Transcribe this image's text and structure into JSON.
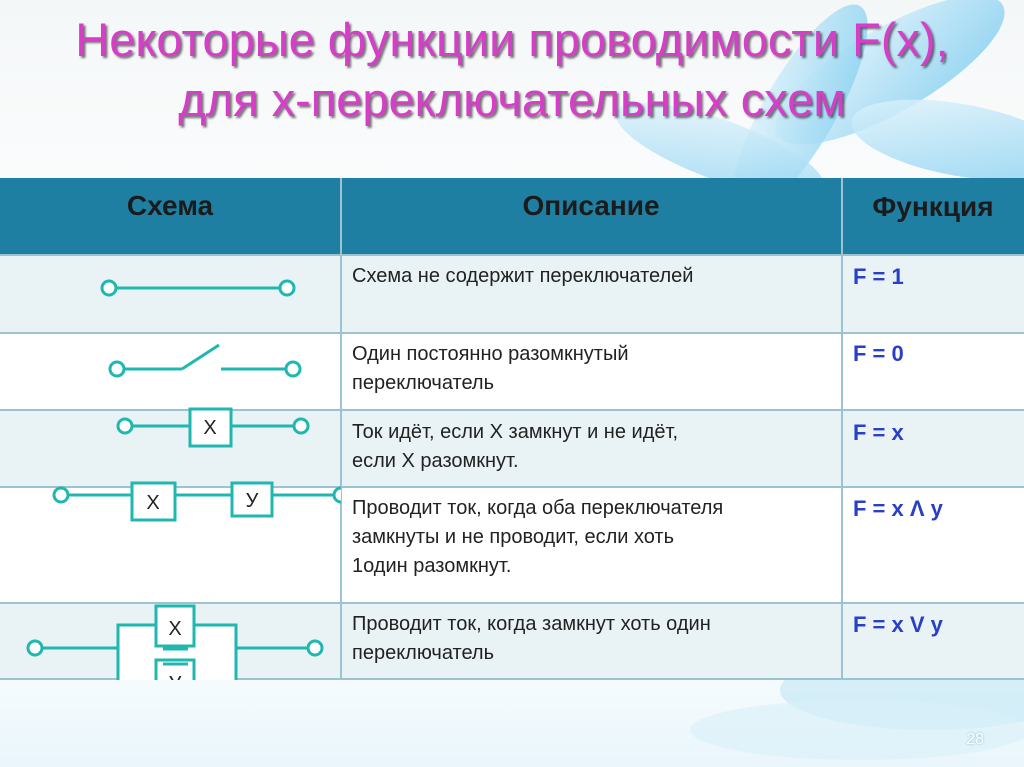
{
  "slide": {
    "title_line1": "Некоторые функции проводимости F(x),",
    "title_line2": "для  х-переключательных схем",
    "page_number": "28"
  },
  "table": {
    "headers": {
      "scheme": "Схема",
      "description": "Описание",
      "function": "Функция"
    },
    "rows": [
      {
        "desc_line1": "Схема не содержит переключателей",
        "desc_line2": "",
        "desc_line3": "",
        "function": "F = 1"
      },
      {
        "desc_line1": "Один постоянно разомкнутый",
        "desc_line2": "переключатель",
        "desc_line3": "",
        "function": "F = 0"
      },
      {
        "desc_line1": "Ток идёт, если Х замкнут и не идёт,",
        "desc_line2": "если Х разомкнут.",
        "desc_line3": "",
        "function": "F = x"
      },
      {
        "desc_line1": "Проводит ток, когда оба переключателя",
        "desc_line2": "замкнуты и не проводит, если хоть",
        "desc_line3": "1один разомкнут.",
        "function": "F = x Λ y"
      },
      {
        "desc_line1": "Проводит ток, когда замкнут хоть один",
        "desc_line2": "переключатель",
        "desc_line3": "",
        "function": "F = x V y"
      }
    ],
    "switch_labels": {
      "x": "Х",
      "y": "У"
    }
  },
  "colors": {
    "title": "#d63ec8",
    "header_bg": "#1f7fa3",
    "wire": "#1fb7b0",
    "function_text": "#2a3fc8"
  }
}
